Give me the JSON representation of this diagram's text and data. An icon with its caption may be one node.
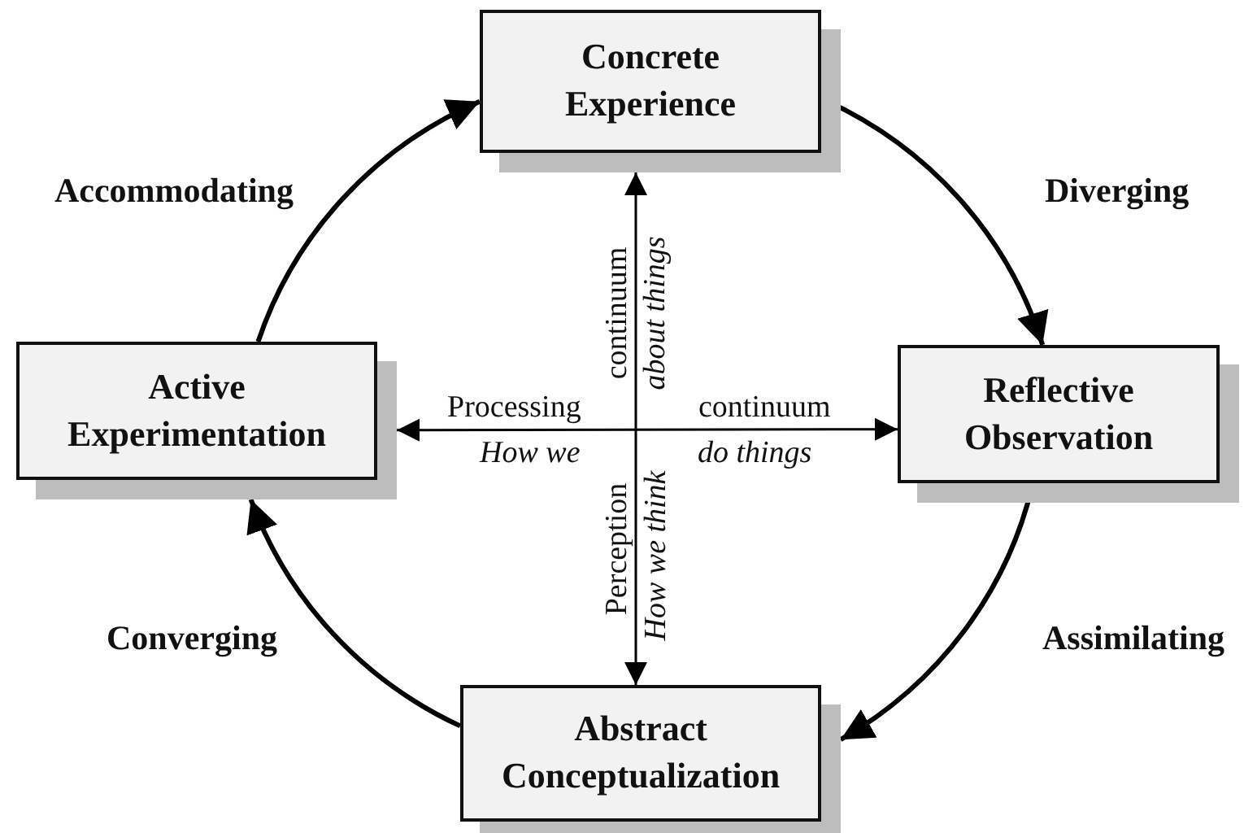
{
  "diagram": {
    "nodes": [
      {
        "text": [
          "Concrete Experience"
        ]
      },
      {
        "text": [
          "Reflective Observation"
        ]
      },
      {
        "text": [
          "Abstract Conceptualization"
        ]
      },
      {
        "text": [
          "Active Experimentation"
        ]
      }
    ],
    "edges": [
      {
        "from": 0,
        "to": 1,
        "arrow": "to"
      },
      {
        "from": 1,
        "to": 2,
        "arrow": "to"
      },
      {
        "from": 2,
        "to": 3,
        "arrow": "to"
      },
      {
        "from": 3,
        "to": 0,
        "arrow": "to"
      },
      {
        "from": 2,
        "to": 0,
        "arrow": "both"
      },
      {
        "from": 3,
        "to": 1,
        "arrow": "both"
      }
    ],
    "labels": [
      "Accommodating",
      "Diverging",
      "continuum",
      "about things",
      "Processing",
      "continuum",
      "How we",
      "do things",
      "Perception",
      "How we think",
      "Converging",
      "Assimilating"
    ]
  }
}
